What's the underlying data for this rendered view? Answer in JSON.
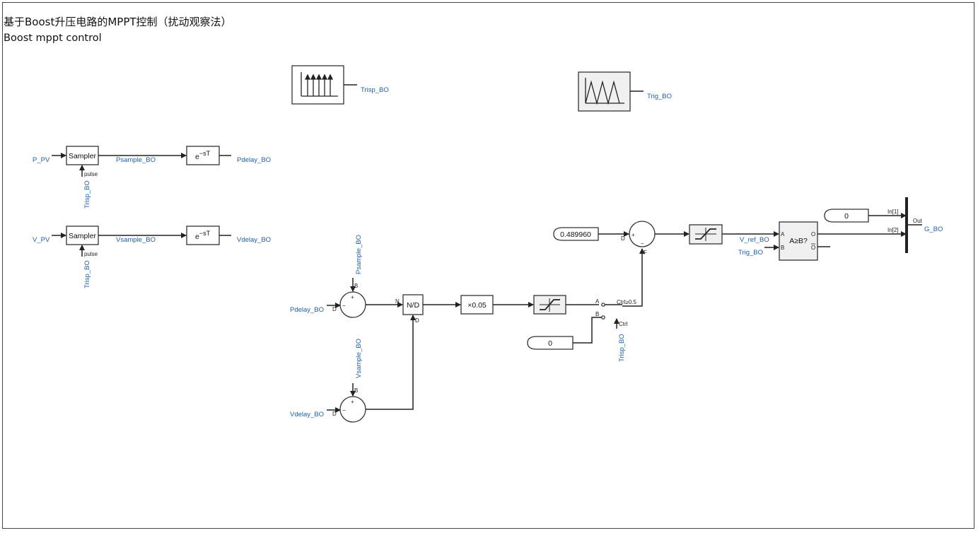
{
  "title": "基于Boost升压电路的MPPT控制（扰动观察法）",
  "subtitle": "Boost mppt control",
  "generators": {
    "pulse_out": "Trisp_BO",
    "tri_out": "Trig_BO"
  },
  "row1": {
    "input": "P_PV",
    "sampler": "Sampler",
    "pulse_port": "pulse",
    "trigger": "Trisp_BO",
    "sample_out": "Psample_BO",
    "delay": "e",
    "delay_exp": "−sT",
    "delay_out": "Pdelay_BO"
  },
  "row2": {
    "input": "V_PV",
    "sampler": "Sampler",
    "pulse_port": "pulse",
    "trigger": "Trisp_BO",
    "sample_out": "Vsample_BO",
    "delay": "e",
    "delay_exp": "−sT",
    "delay_out": "Vdelay_BO"
  },
  "mppt": {
    "sum1_b": "Psample_BO",
    "sum1_d": "Pdelay_BO",
    "sum2_b": "Vsample_BO",
    "sum2_d": "Vdelay_BO",
    "divider": "N/D",
    "gain": "×0.05",
    "const_b": "0",
    "switch_ctrl": "Ctrl≥0.5",
    "switch_ctrl_port": "Ctrl",
    "switch_ctrl_signal": "Trisp_BO",
    "const_d": "0.489960",
    "vref": "V_ref_BO",
    "cmp_b": "Trig_BO",
    "comparator": "A≥B?",
    "const_mux": "0",
    "mux_in1": "In[1]",
    "mux_in2": "In[2]",
    "mux_out": "Out",
    "output": "G_BO"
  },
  "ports": {
    "plus": "+",
    "minus": "−",
    "B": "B",
    "D": "D",
    "N": "N",
    "A": "A",
    "F": "F",
    "O": "O",
    "Obar": "O"
  }
}
